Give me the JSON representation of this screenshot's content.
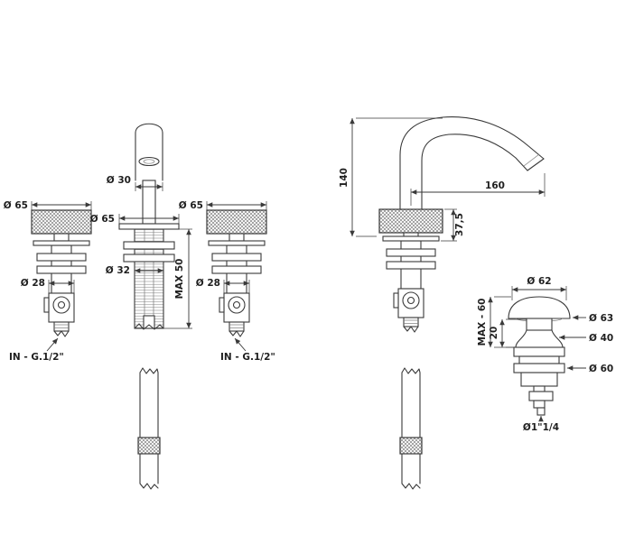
{
  "drawing": {
    "background": "#ffffff",
    "line_color": "#3a3a3a",
    "views": {
      "handle_left": {
        "dia_knob": "Ø 65",
        "dia_body": "Ø 28",
        "inlet": "IN - G.1/2\""
      },
      "spout_front": {
        "dia_outlet": "Ø 30",
        "dia_flange": "Ø 65",
        "dia_shank": "Ø 32",
        "max_panel": "MAX 50"
      },
      "handle_right": {
        "dia_knob": "Ø 65",
        "dia_body": "Ø 28",
        "inlet": "IN - G.1/2\""
      },
      "spout_side": {
        "height": "140",
        "reach": "160",
        "base_height": "37,5"
      },
      "drain": {
        "max_height": "MAX - 60",
        "dia_cap_top": "Ø 62",
        "dia_cap": "Ø 63",
        "cap_lift": "20",
        "dia_mid": "Ø 40",
        "dia_body": "Ø 60",
        "dia_thread": "Ø1\"1/4"
      }
    }
  }
}
